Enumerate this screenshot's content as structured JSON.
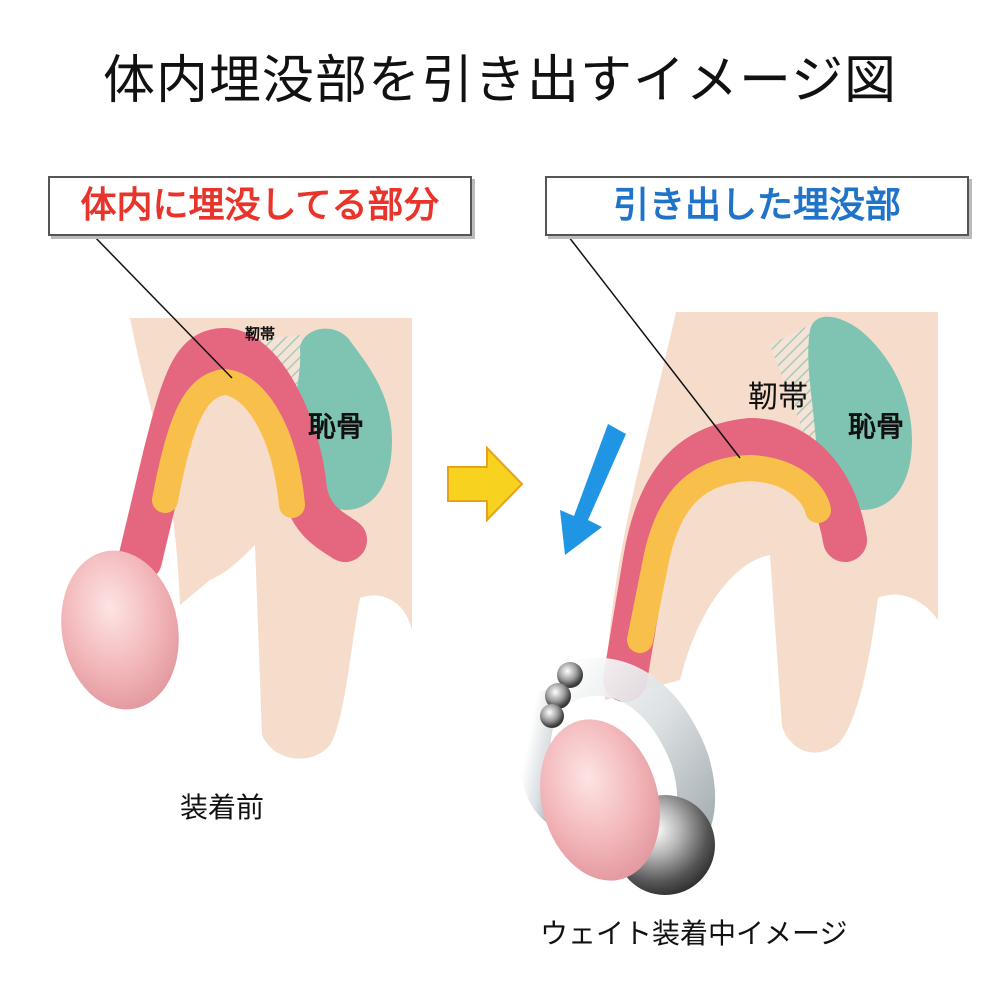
{
  "title": "体内埋没部を引き出すイメージ図",
  "left_panel": {
    "callout": "体内に埋没してる部分",
    "ligament_label": "靭帯",
    "pubic_bone_label": "恥骨",
    "caption": "装着前"
  },
  "right_panel": {
    "callout": "引き出した埋没部",
    "ligament_label": "靭帯",
    "pubic_bone_label": "恥骨",
    "caption": "ウェイト装着中イメージ"
  },
  "colors": {
    "skin": "#f6dccb",
    "shaft_pink": "#e4667f",
    "inner_yellow": "#f8c04a",
    "pubic_bone": "#7fc3b2",
    "callout_left_text": "#e8342b",
    "callout_right_text": "#1f74c9",
    "arrow_yellow": "#f7d21e",
    "arrow_blue": "#1f95e3"
  }
}
